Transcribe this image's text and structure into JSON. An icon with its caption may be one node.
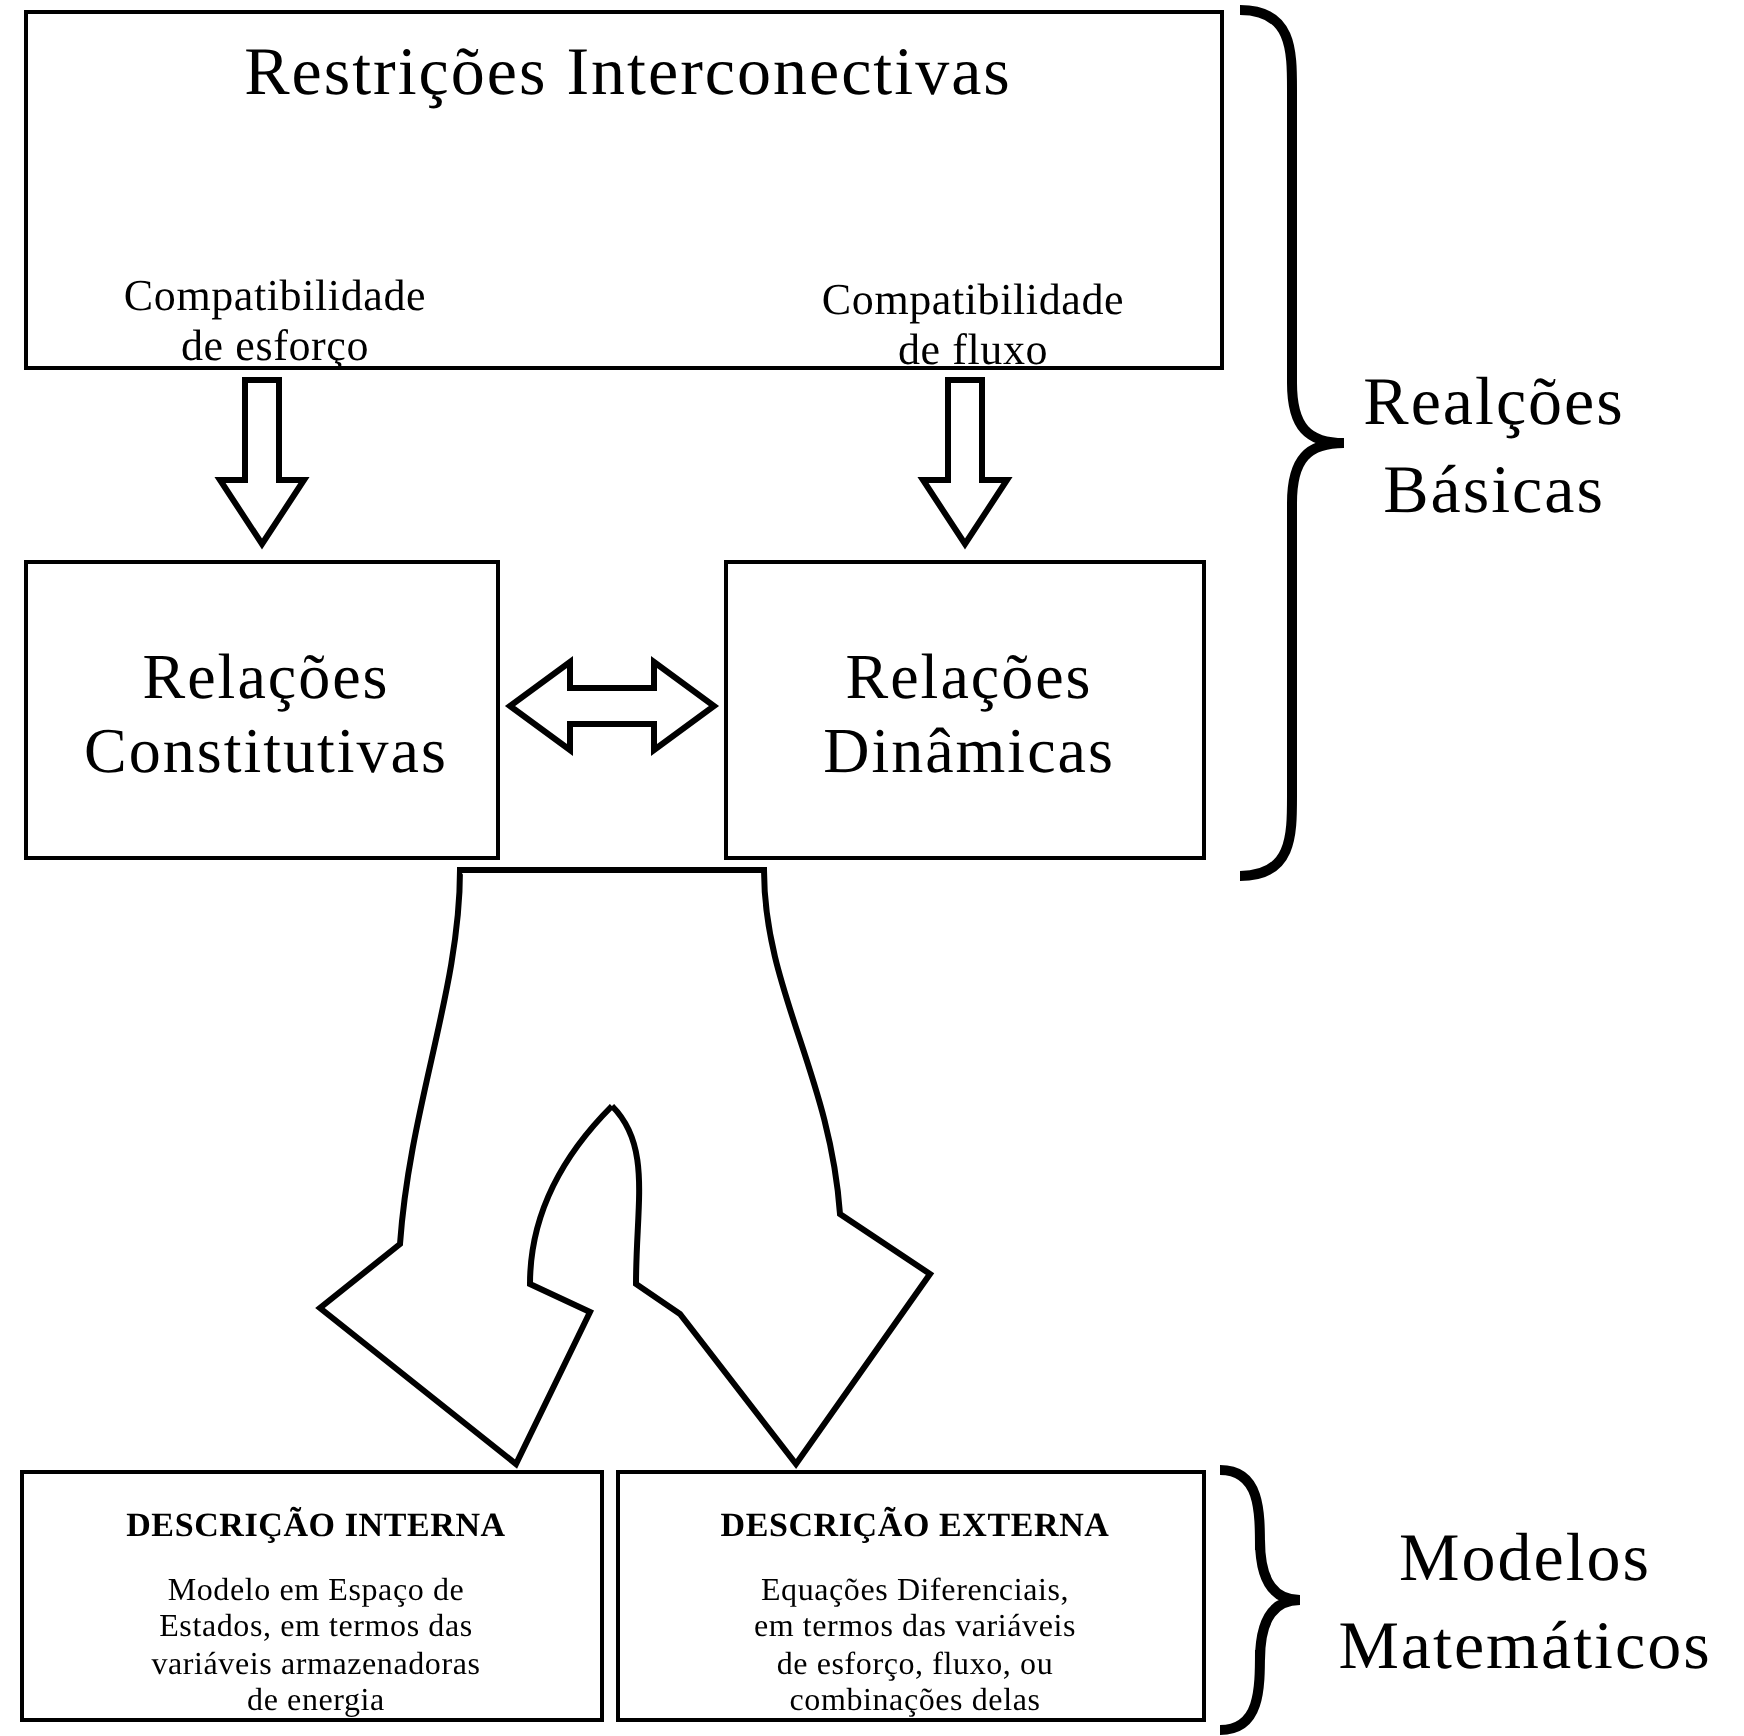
{
  "diagram": {
    "nodes": [
      {
        "text": [
          "Restrições Interconectivas",
          "Compatibilidade de esforço",
          "Compatibilidade de fluxo"
        ]
      },
      {
        "text": [
          "Relações Constitutivas"
        ]
      },
      {
        "text": [
          "Relações Dinâmicas"
        ]
      },
      {
        "text": [
          "DESCRIÇÃO INTERNA",
          "Modelo em Espaço de Estados, em termos das variáveis armazenadoras de energia"
        ]
      },
      {
        "text": [
          "DESCRIÇÃO EXTERNA",
          "Equações Diferenciais, em termos das variáveis de esforço, fluxo, ou combinações delas"
        ]
      }
    ],
    "edges": [
      {
        "from": 0,
        "to": 1,
        "arrow": "to"
      },
      {
        "from": 0,
        "to": 2,
        "arrow": "to"
      },
      {
        "from": 1,
        "to": 2,
        "arrow": "both"
      },
      {
        "from": 1,
        "to": 3,
        "arrow": "to"
      },
      {
        "from": 1,
        "to": 4,
        "arrow": "to"
      },
      {
        "from": 2,
        "to": 3,
        "arrow": "to"
      },
      {
        "from": 2,
        "to": 4,
        "arrow": "to"
      }
    ],
    "labels": [
      "Realções Básicas",
      "Modelos Matemáticos"
    ]
  }
}
